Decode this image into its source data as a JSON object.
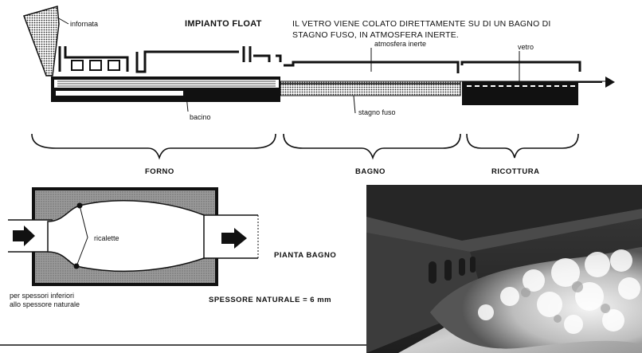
{
  "header": {
    "title": "IMPIANTO FLOAT",
    "description_line1": "IL VETRO VIENE COLATO DIRETTAMENTE SU DI UN BAGNO DI",
    "description_line2": "STAGNO FUSO, IN ATMOSFERA INERTE."
  },
  "section_diagram": {
    "labels": {
      "infornata": "infornata",
      "atmosfera": "atmosfera inerte",
      "vetro": "vetro",
      "bacino": "bacino",
      "stagno": "stagno fuso"
    },
    "sections": [
      "FORNO",
      "BAGNO",
      "RICOTTURA"
    ]
  },
  "plan_diagram": {
    "inner_label": "ricalette",
    "title": "PIANTA BAGNO",
    "note_line1": "per spessori inferiori",
    "note_line2": "allo spessore naturale",
    "thickness": "SPESSORE NATURALE = 6 mm"
  },
  "colors": {
    "ink": "#111111",
    "paper": "#ffffff",
    "hatch": "#777777"
  }
}
